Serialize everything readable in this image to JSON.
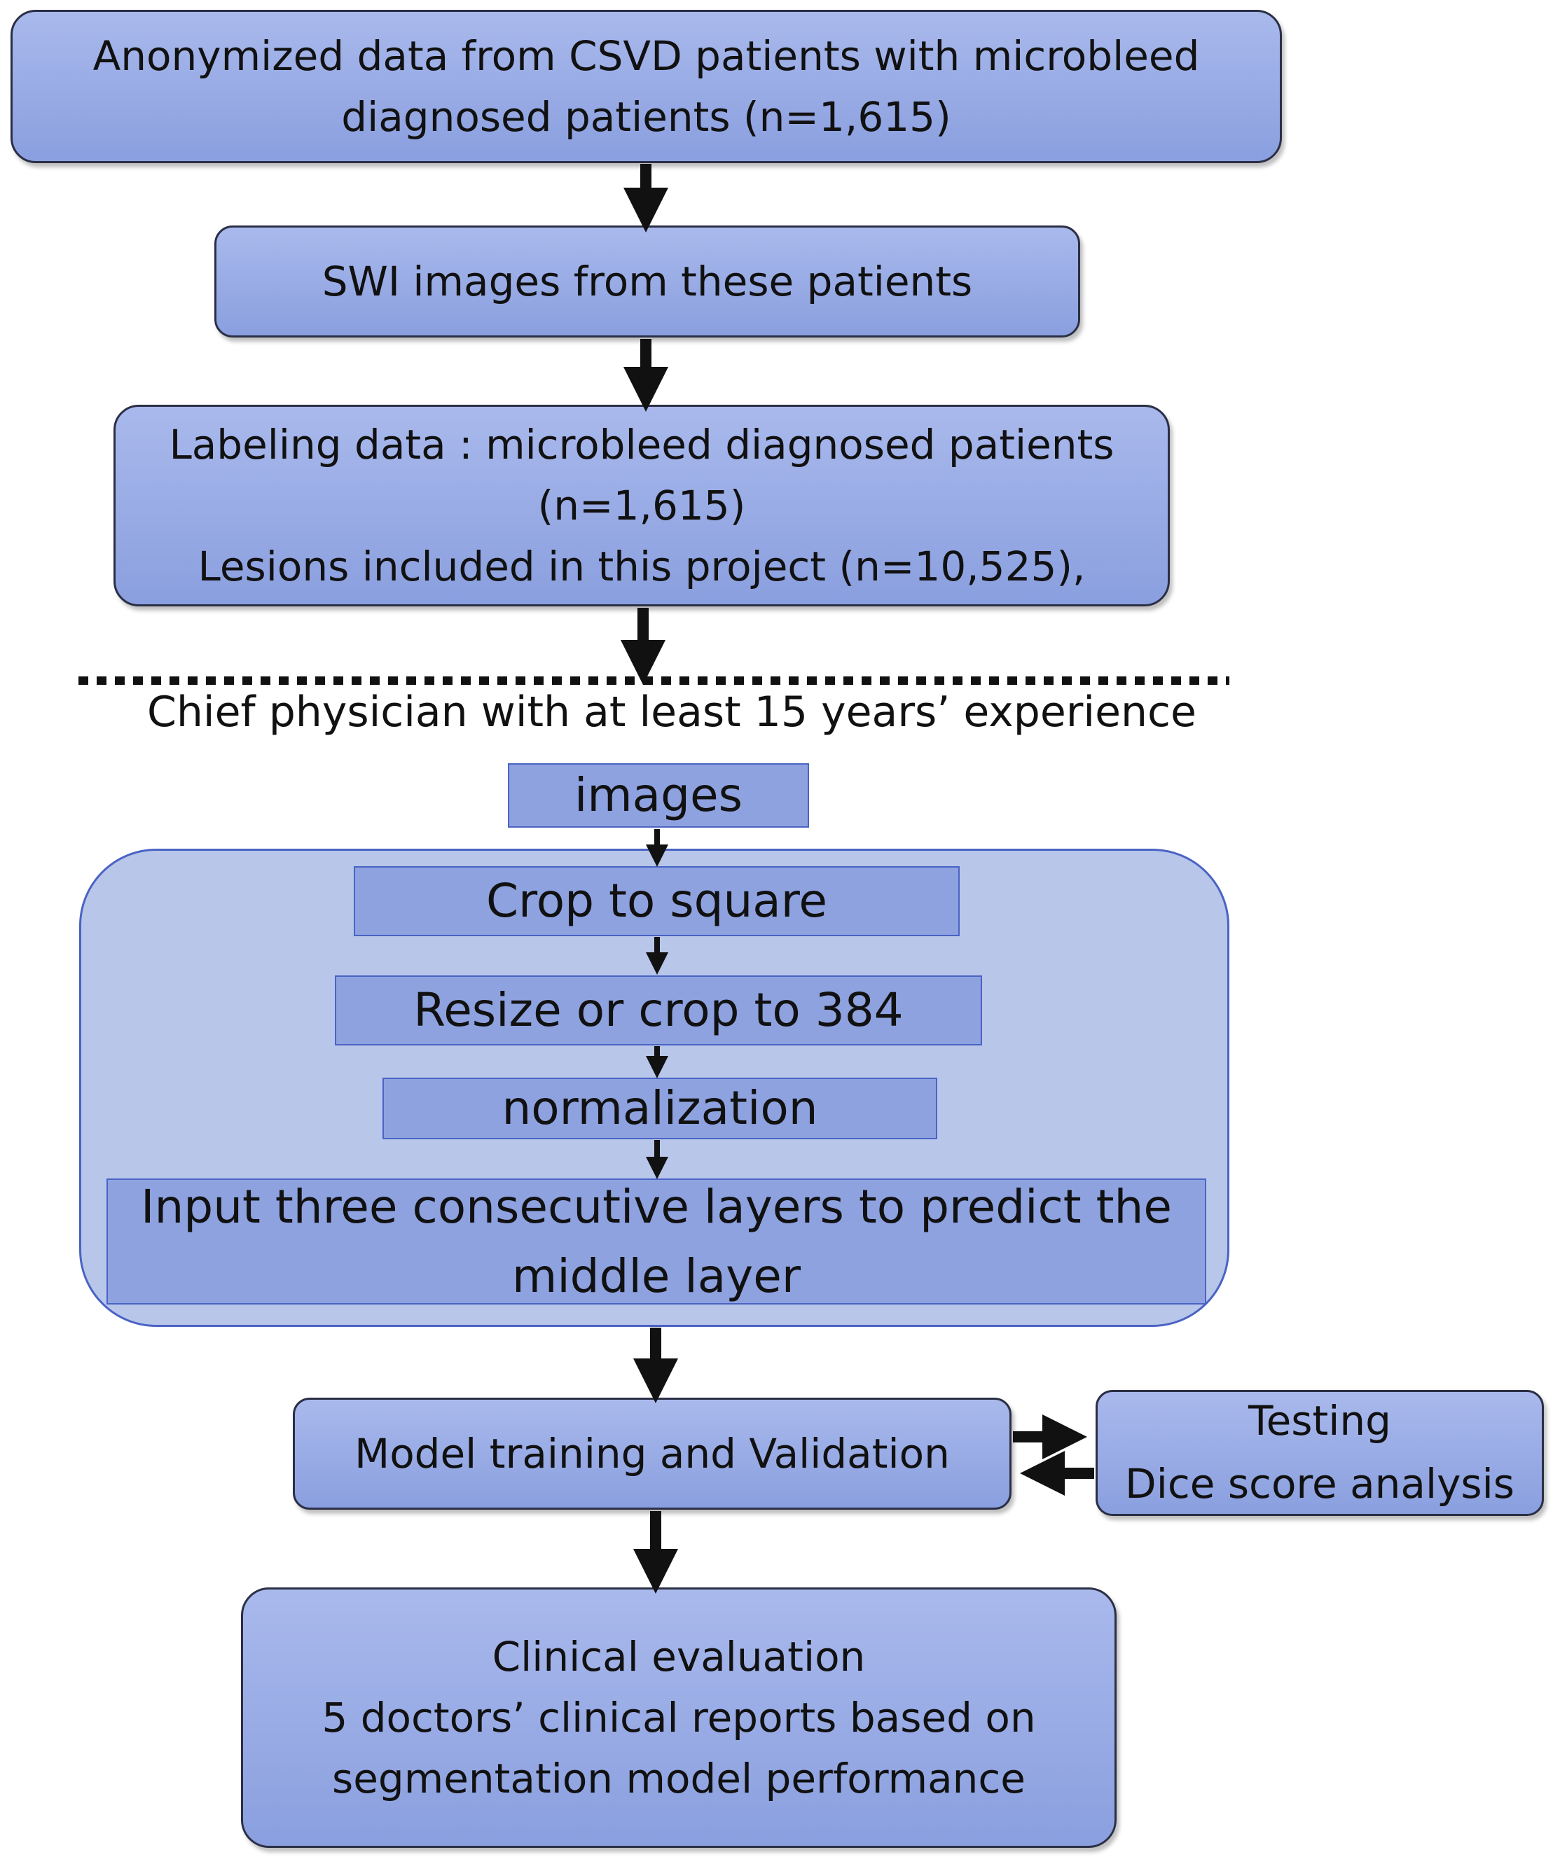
{
  "steps": {
    "data_source": {
      "lines": [
        "Anonymized data from  CSVD patients with microbleed",
        "diagnosed patients (n=1,615)"
      ]
    },
    "swi_images": {
      "lines": [
        "SWI images from these patients"
      ]
    },
    "labeling": {
      "lines": [
        "Labeling data : microbleed diagnosed patients",
        "(n=1,615)",
        "Lesions included in this project (n=10,525),"
      ]
    },
    "annotator_caption": "Chief physician with at least 15 years’ experience",
    "images": "images",
    "preprocessing": {
      "crop": "Crop to square",
      "resize": "Resize or crop to 384",
      "normalize": "normalization",
      "input_layers": [
        "Input three consecutive layers to predict the",
        "middle layer"
      ]
    },
    "model_training": {
      "lines": [
        "Model training and Validation"
      ]
    },
    "testing": {
      "lines": [
        "Testing",
        "Dice score analysis"
      ]
    },
    "clinical": {
      "lines": [
        "Clinical evaluation",
        "5 doctors’ clinical reports based on",
        "segmentation model performance"
      ]
    }
  },
  "colors": {
    "box_fill": "#8ea2e0",
    "group_fill": "#b8c6ea",
    "group_border": "#4a63c4",
    "arrow": "#111111"
  }
}
